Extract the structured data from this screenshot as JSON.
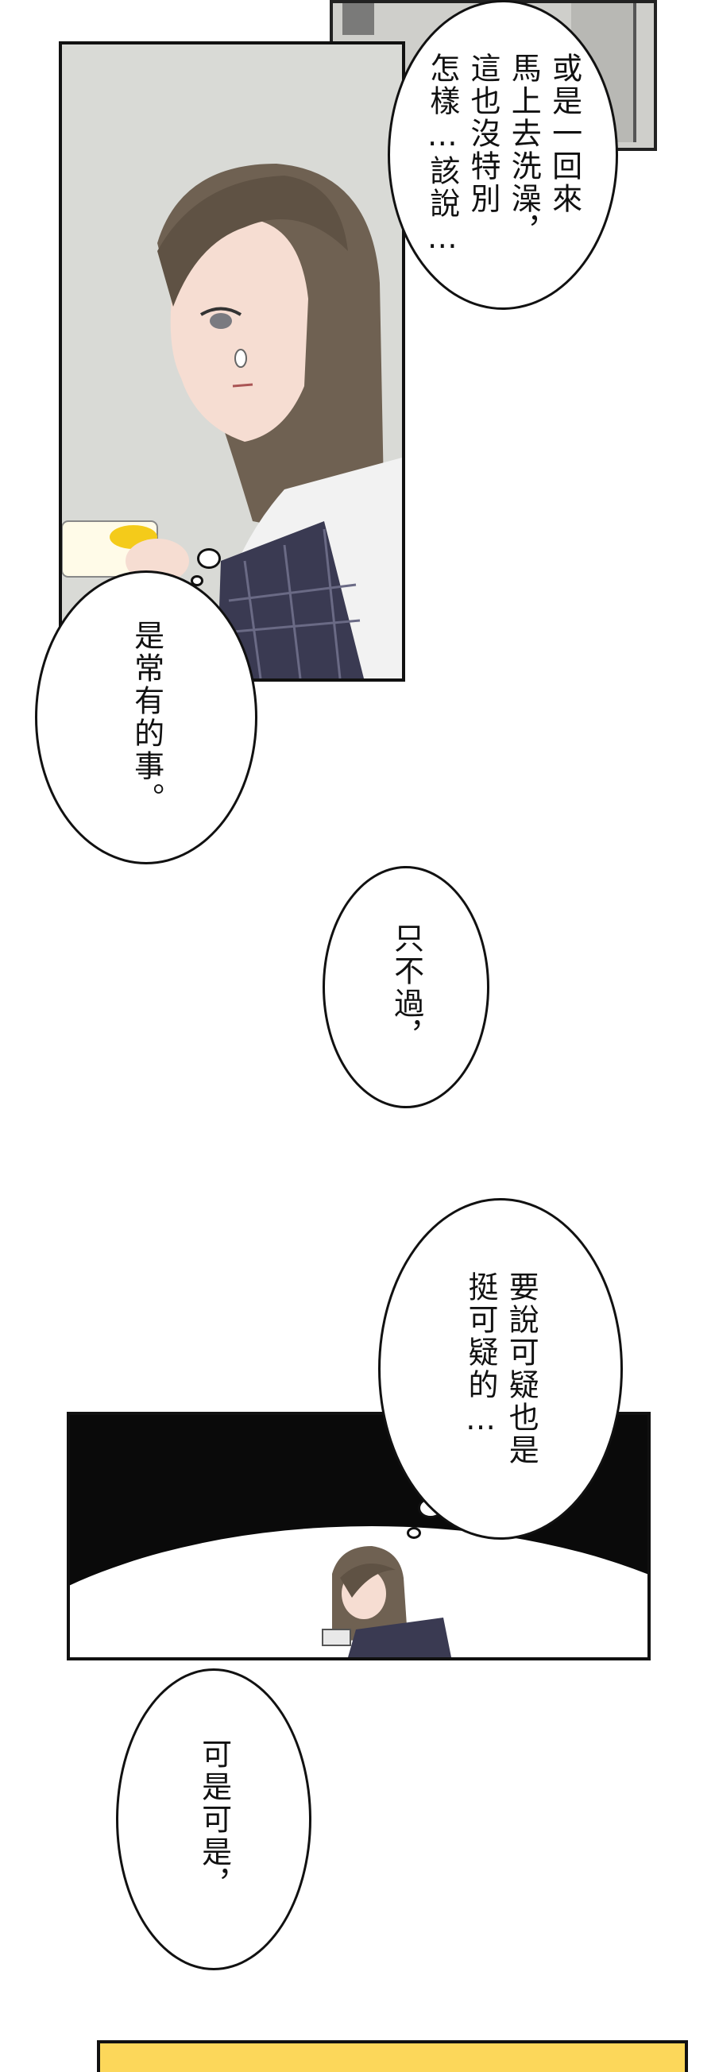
{
  "colors": {
    "panel_gray": "#d9dad6",
    "hair": "#6f6152",
    "uniform_plaid": "#3a3a52",
    "black_sky": "#0a0a0a",
    "yellow_bar": "#fcd75a"
  },
  "bubbles": {
    "b1": {
      "lines": [
        "或是一回來",
        "馬上去洗澡，",
        "這也沒特別",
        "怎樣…該說…"
      ]
    },
    "b2": {
      "lines": [
        "是常有的事。"
      ]
    },
    "b3": {
      "lines": [
        "只不過，"
      ]
    },
    "b4": {
      "lines": [
        "要說可疑也是",
        "挺可疑的…"
      ]
    },
    "b5": {
      "lines": [
        "可是可是，"
      ]
    }
  }
}
